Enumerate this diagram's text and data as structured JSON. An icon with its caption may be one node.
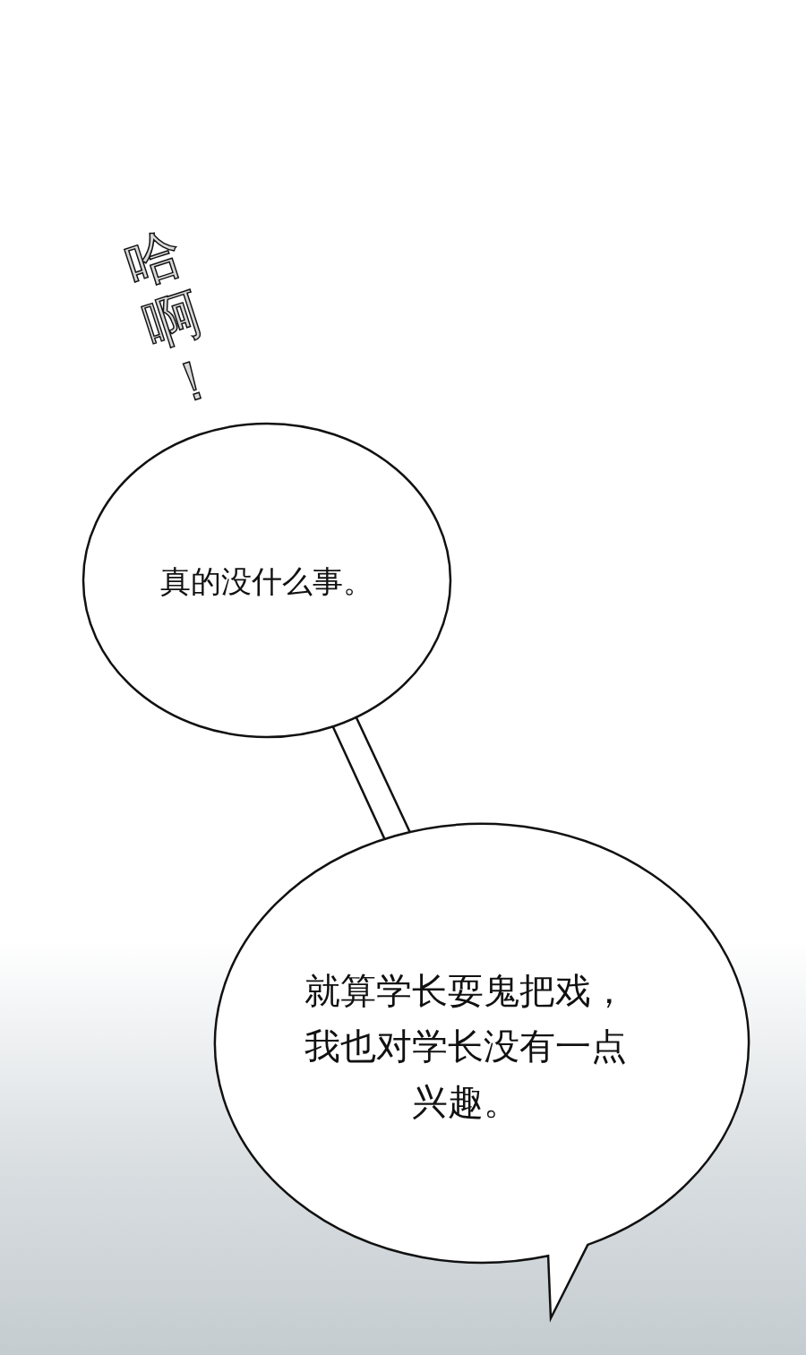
{
  "diagram": {
    "nodes": [
      {
        "text": [
          "真的没什么事。"
        ]
      },
      {
        "text": [
          "就算学长耍鬼把戏，我也对学长没有一点兴趣。"
        ]
      }
    ],
    "edges": [
      {
        "from": 0,
        "to": 1,
        "arrow": "none"
      }
    ],
    "labels": [
      "哈啊！"
    ]
  }
}
